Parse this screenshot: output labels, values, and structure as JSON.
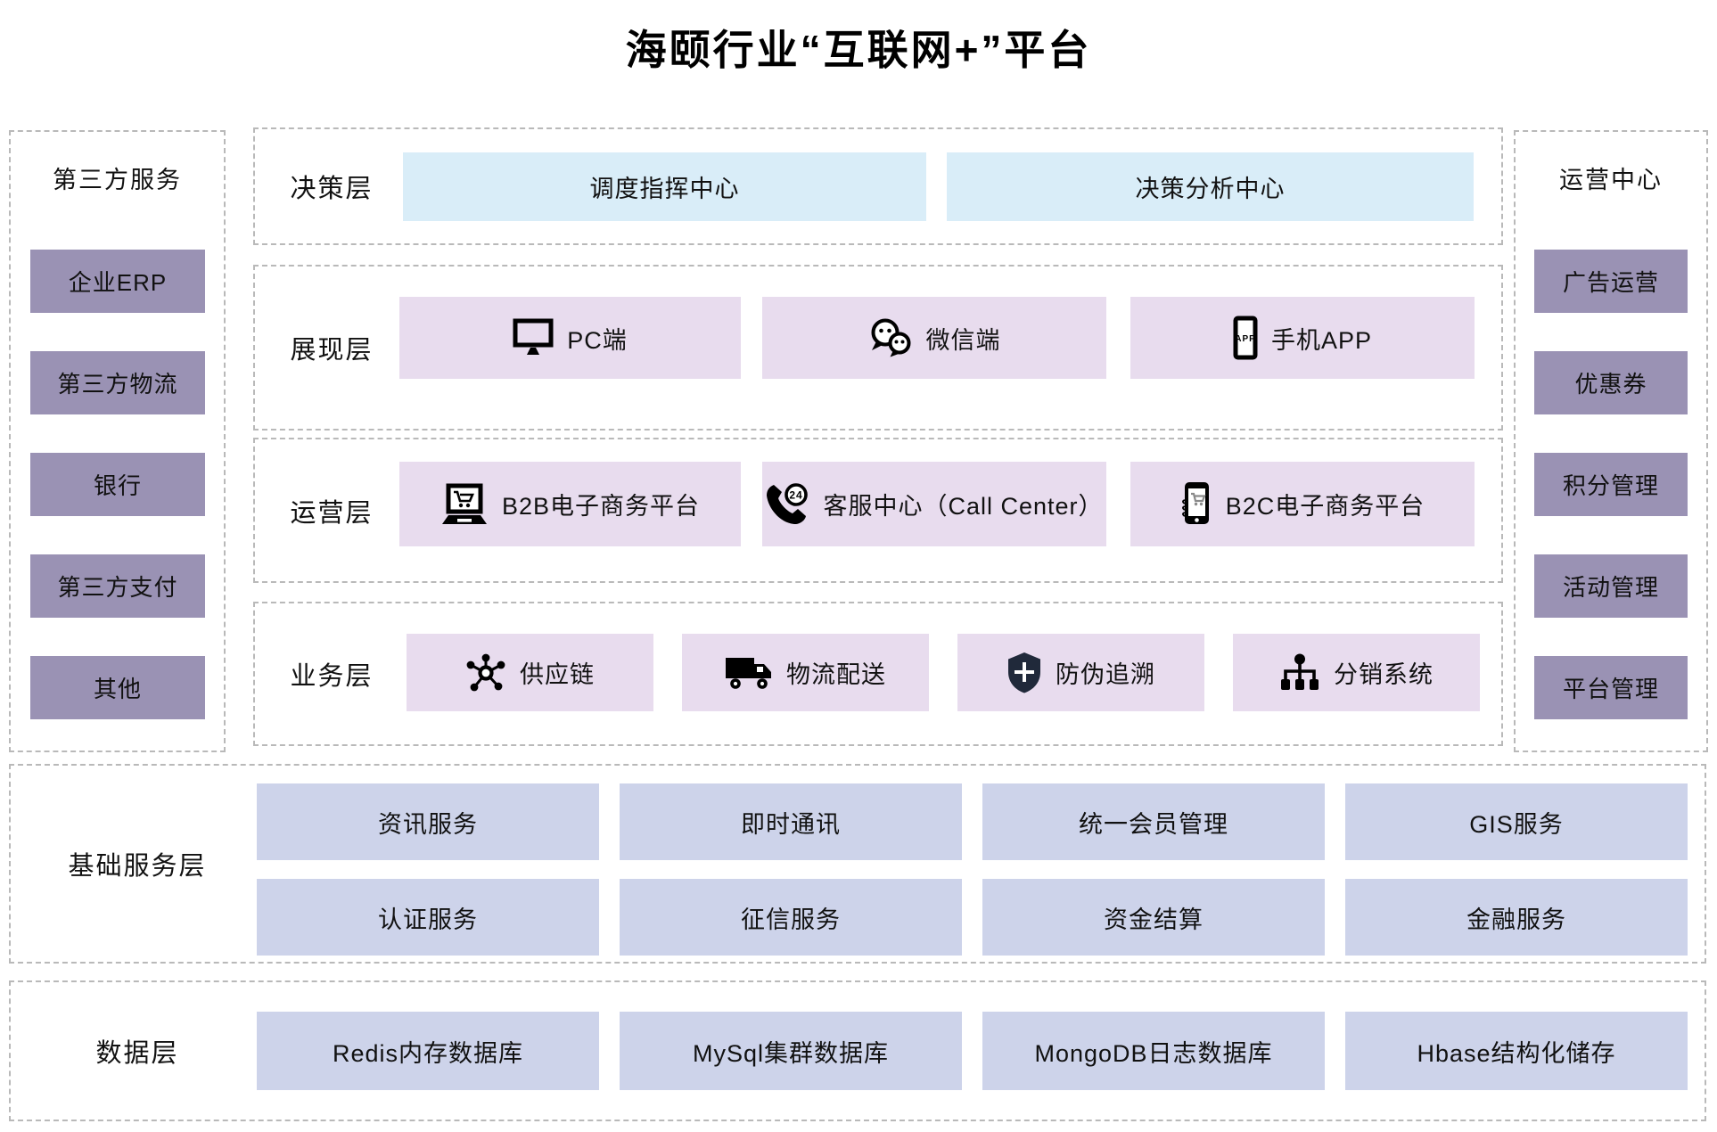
{
  "title": "海颐行业“互联网+”平台",
  "colors": {
    "sidebar_box": "#9a92b4",
    "decision_box": "#d9edf8",
    "channel_box": "#e8dcee",
    "service_box": "#cdd3ea",
    "shield_icon": "#20293a",
    "dashed_border": "#b9b9b9",
    "text": "#111111"
  },
  "left_panel": {
    "title": "第三方服务",
    "items": [
      "企业ERP",
      "第三方物流",
      "银行",
      "第三方支付",
      "其他"
    ]
  },
  "right_panel": {
    "title": "运营中心",
    "items": [
      "广告运营",
      "优惠券",
      "积分管理",
      "活动管理",
      "平台管理"
    ]
  },
  "decision_layer": {
    "label": "决策层",
    "items": [
      "调度指挥中心",
      "决策分析中心"
    ]
  },
  "presentation_layer": {
    "label": "展现层",
    "items": [
      {
        "icon": "monitor-icon",
        "label": "PC端"
      },
      {
        "icon": "wechat-icon",
        "label": "微信端"
      },
      {
        "icon": "mobile-app-icon",
        "label": "手机APP"
      }
    ]
  },
  "operation_layer": {
    "label": "运营层",
    "items": [
      {
        "icon": "laptop-cart-icon",
        "label": "B2B电子商务平台"
      },
      {
        "icon": "callcenter-24-icon",
        "label": "客服中心（Call Center）"
      },
      {
        "icon": "phone-cart-icon",
        "label": "B2C电子商务平台"
      }
    ]
  },
  "business_layer": {
    "label": "业务层",
    "items": [
      {
        "icon": "network-icon",
        "label": "供应链"
      },
      {
        "icon": "truck-icon",
        "label": "物流配送"
      },
      {
        "icon": "shield-icon",
        "label": "防伪追溯"
      },
      {
        "icon": "hierarchy-icon",
        "label": "分销系统"
      }
    ]
  },
  "base_service_layer": {
    "label": "基础服务层",
    "row1": [
      "资讯服务",
      "即时通讯",
      "统一会员管理",
      "GIS服务"
    ],
    "row2": [
      "认证服务",
      "征信服务",
      "资金结算",
      "金融服务"
    ]
  },
  "data_layer": {
    "label": "数据层",
    "items": [
      "Redis内存数据库",
      "MySql集群数据库",
      "MongoDB日志数据库",
      "Hbase结构化储存"
    ]
  }
}
